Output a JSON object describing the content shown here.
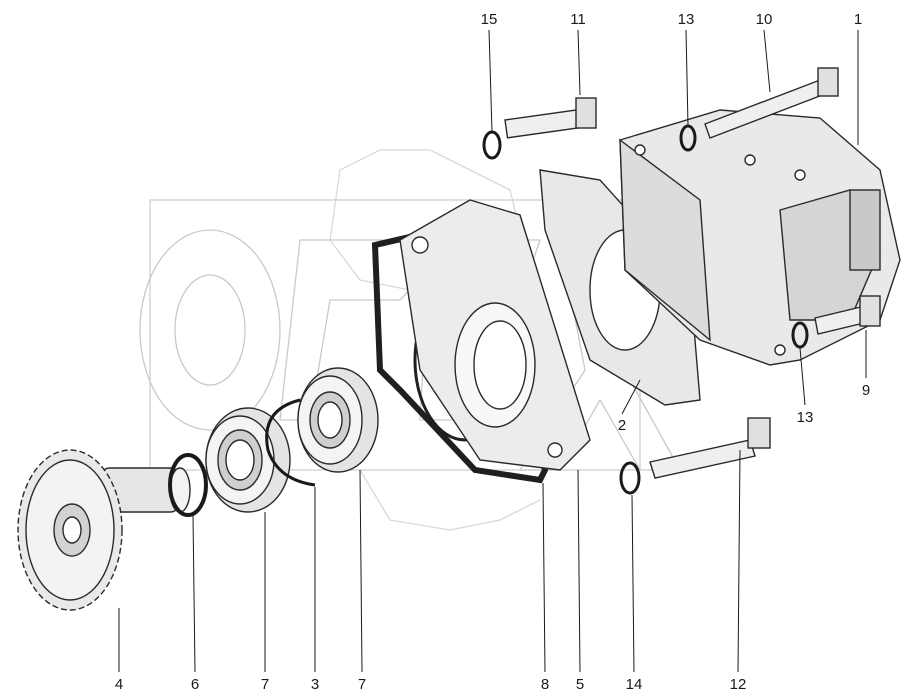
{
  "watermark": {
    "text": "ОРЕХ",
    "color": "#c9c9c9"
  },
  "callouts": [
    {
      "id": "c15a",
      "text": "15"
    },
    {
      "id": "c11",
      "text": "11"
    },
    {
      "id": "c13a",
      "text": "13"
    },
    {
      "id": "c10",
      "text": "10"
    },
    {
      "id": "c1",
      "text": "1"
    },
    {
      "id": "c2",
      "text": "2"
    },
    {
      "id": "c13b",
      "text": "13"
    },
    {
      "id": "c9",
      "text": "9"
    },
    {
      "id": "c4",
      "text": "4"
    },
    {
      "id": "c6",
      "text": "6"
    },
    {
      "id": "c7a",
      "text": "7"
    },
    {
      "id": "c3",
      "text": "3"
    },
    {
      "id": "c7b",
      "text": "7"
    },
    {
      "id": "c8",
      "text": "8"
    },
    {
      "id": "c5",
      "text": "5"
    },
    {
      "id": "c14",
      "text": "14"
    },
    {
      "id": "c12",
      "text": "12"
    }
  ],
  "colors": {
    "line": "#1a1a1a",
    "part_fill": "#eeeeee",
    "part_shade": "#cfcfcf",
    "gasket": "#1f1f1f"
  }
}
